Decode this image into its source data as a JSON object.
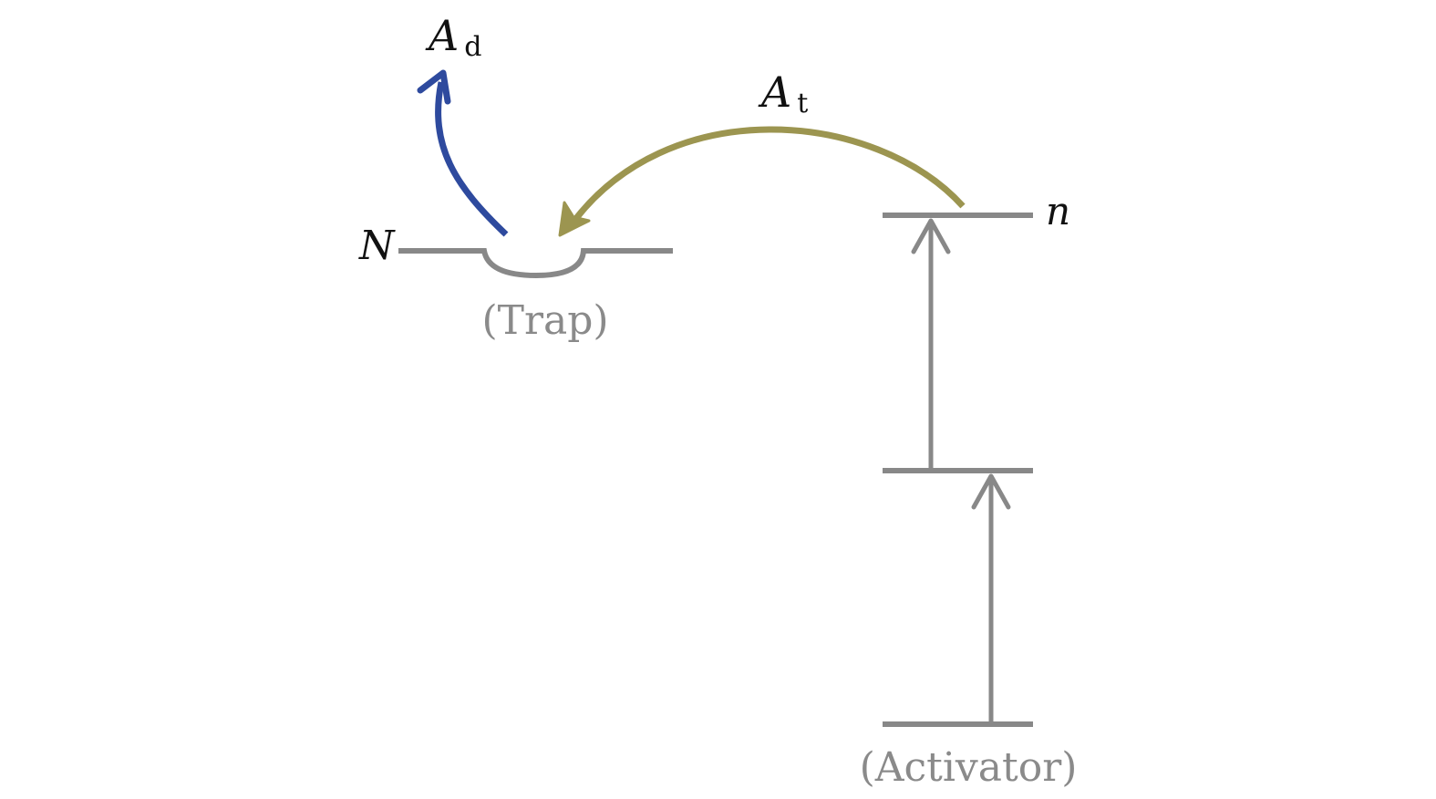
{
  "colors": {
    "level": "#888888",
    "text": "#111111",
    "caption": "#8a8a8a",
    "decay_arrow": "#2e4a9e",
    "transfer_arrow": "#9c9550"
  },
  "labels": {
    "trap_level": "N",
    "activator_level": "n",
    "decay_symbol": "A",
    "decay_subscript": "d",
    "transfer_symbol": "A",
    "transfer_subscript": "t",
    "trap_caption": "(Trap)",
    "activator_caption": "(Activator)"
  }
}
